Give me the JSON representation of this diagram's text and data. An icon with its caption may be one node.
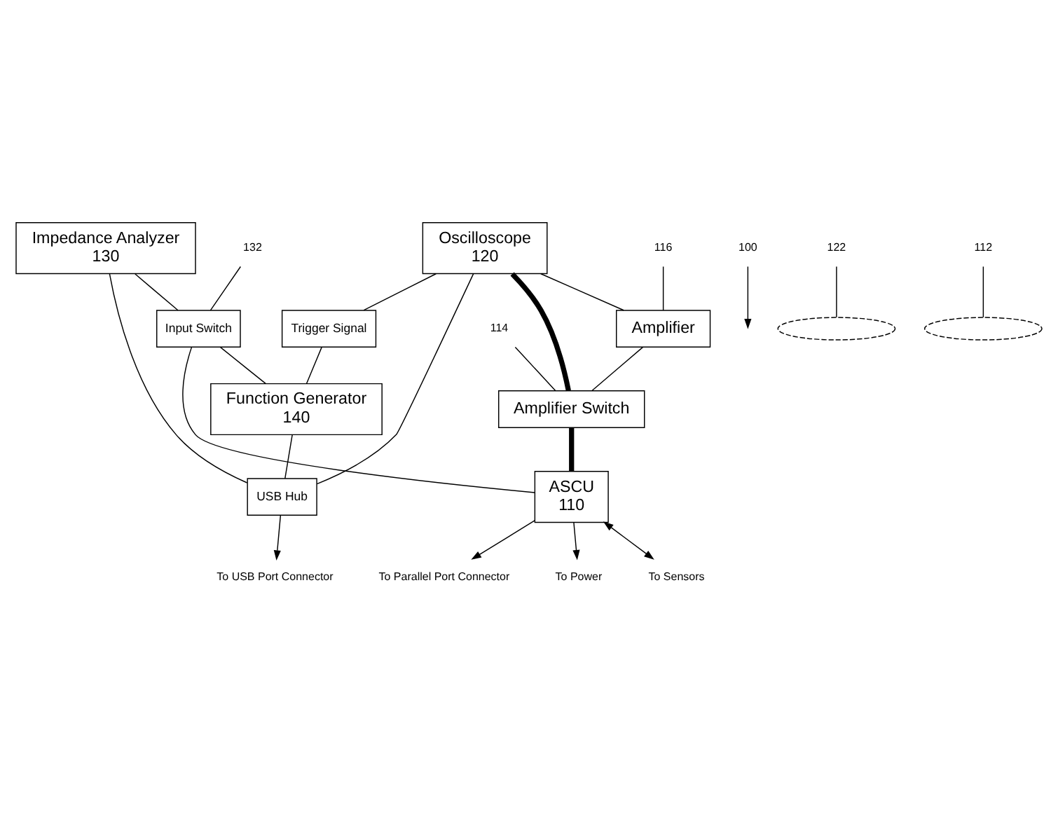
{
  "diagram": {
    "nodes": [
      {
        "text": [
          "Trigger Signal"
        ]
      },
      {
        "text": [
          "Oscilloscope",
          "120"
        ]
      },
      {
        "text": [
          "Impedance Analyzer",
          "130"
        ]
      },
      {
        "text": [
          "Amplifier"
        ]
      },
      {
        "text": [
          "Input Switch"
        ]
      },
      {
        "text": [
          "Amplifier Switch"
        ]
      },
      {
        "text": [
          "Function Generator",
          "140"
        ]
      },
      {
        "text": [
          "USB Hub"
        ]
      },
      {
        "text": [
          "ASCU",
          "110"
        ]
      },
      {
        "text": [
          "To Parallel Port Connector"
        ]
      },
      {
        "text": [
          "To Power"
        ]
      },
      {
        "text": [
          "To Sensors"
        ]
      },
      {
        "text": [
          "To USB Port Connector"
        ]
      },
      {
        "text": [
          "100"
        ]
      },
      {
        "text": [
          "122"
        ]
      },
      {
        "text": [],
        "shape": "ellipse"
      },
      {
        "text": [
          "116"
        ]
      },
      {
        "text": [
          "114"
        ]
      },
      {
        "text": [
          "112"
        ]
      },
      {
        "text": [],
        "shape": "ellipse"
      },
      {
        "text": [
          "132"
        ]
      }
    ],
    "edges": [
      {
        "from": 1,
        "to": 0,
        "arrow": "none"
      },
      {
        "from": 0,
        "to": 6,
        "arrow": "none"
      },
      {
        "from": 1,
        "to": 7,
        "arrow": "none"
      },
      {
        "from": 2,
        "to": 7,
        "arrow": "none"
      },
      {
        "from": 6,
        "to": 7,
        "arrow": "none"
      },
      {
        "from": 2,
        "to": 4,
        "arrow": "none"
      },
      {
        "from": 4,
        "to": 6,
        "arrow": "none"
      },
      {
        "from": 4,
        "to": 8,
        "arrow": "none"
      },
      {
        "from": 1,
        "to": 3,
        "arrow": "none"
      },
      {
        "from": 1,
        "to": 5,
        "arrow": "none",
        "style": "thick"
      },
      {
        "from": 3,
        "to": 5,
        "arrow": "none"
      },
      {
        "from": 5,
        "to": 8,
        "arrow": "none",
        "style": "thick"
      },
      {
        "from": 8,
        "to": 9,
        "arrow": "to"
      },
      {
        "from": 8,
        "to": 10,
        "arrow": "to"
      },
      {
        "from": 8,
        "to": 11,
        "arrow": "both"
      },
      {
        "from": 7,
        "to": 12,
        "arrow": "to"
      },
      {
        "from": 13,
        "to": null,
        "arrow": "to"
      },
      {
        "from": 14,
        "to": 15,
        "arrow": "none"
      },
      {
        "from": 16,
        "to": 3,
        "arrow": "none"
      },
      {
        "from": 17,
        "to": 5,
        "arrow": "none"
      },
      {
        "from": 18,
        "to": 19,
        "arrow": "none"
      },
      {
        "from": 20,
        "to": 4,
        "arrow": "none"
      }
    ]
  }
}
